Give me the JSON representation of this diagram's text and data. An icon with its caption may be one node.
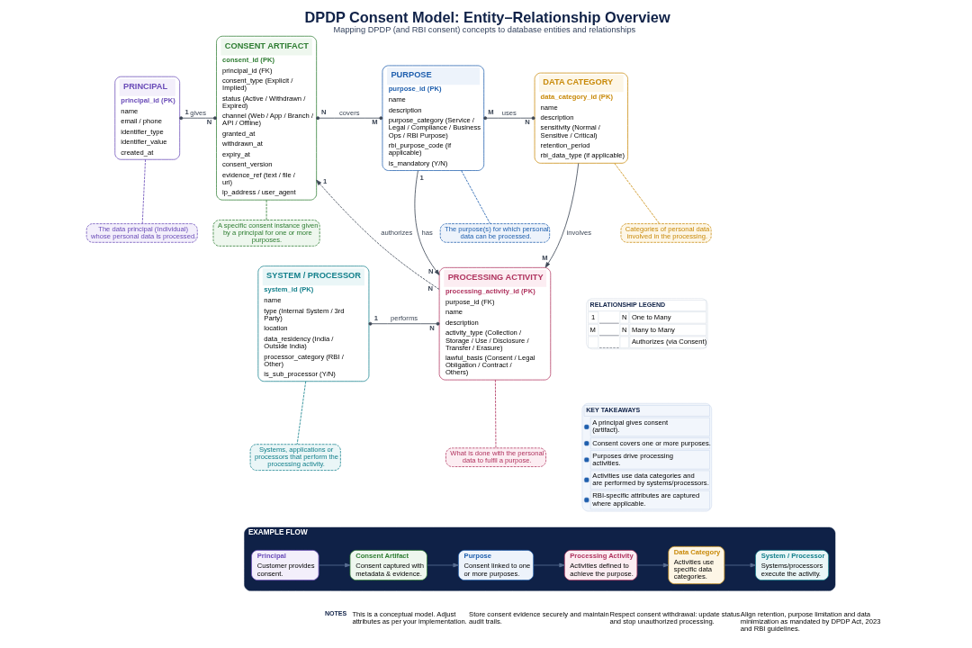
{
  "diagram": {
    "title": "DPDP Consent Model: Entity–Relationship Overview",
    "caption": "Mapping DPDP (and RBI consent) concepts to database entities and relationships",
    "nodes": [
      {
        "text": [
          "PRINCIPAL",
          "principal_id (PK)",
          "name",
          "email / phone",
          "identifier_type",
          "identifier_value",
          "created_at"
        ]
      },
      {
        "text": [
          "CONSENT ARTIFACT",
          "consent_id (PK)",
          "principal_id (FK)",
          "consent_type (Explicit / Implied)",
          "status (Active / Withdrawn / Expired)",
          "channel (Web / App / Branch / API / Offline)",
          "granted_at",
          "withdrawn_at",
          "expiry_at",
          "consent_version",
          "evidence_ref (text / file / uri)",
          "ip_address / user_agent"
        ]
      },
      {
        "text": [
          "PURPOSE",
          "purpose_id (PK)",
          "name",
          "description",
          "purpose_category (Service / Legal / Compliance / Business Ops / RBI Purpose)",
          "rbi_purpose_code (if applicable)",
          "is_mandatory (Y/N)"
        ]
      },
      {
        "text": [
          "DATA CATEGORY",
          "data_category_id (PK)",
          "name",
          "description",
          "sensitivity (Normal / Sensitive / Critical)",
          "retention_period",
          "rbi_data_type (if applicable)"
        ]
      },
      {
        "text": [
          "The data principal (Individual) whose personal data is processed."
        ]
      },
      {
        "text": [
          "A specific consent instance given by a principal for one or more purposes."
        ]
      },
      {
        "text": [
          "The purpose(s) for which personal data can be processed."
        ]
      },
      {
        "text": [
          "Categories of personal data involved in the processing."
        ]
      },
      {
        "text": [
          "PROCESSING ACTIVITY",
          "processing_activity_id (PK)",
          "purpose_id (FK)",
          "name",
          "description",
          "activity_type (Collection / Storage / Use / Disclosure / Transfer / Erasure)",
          "lawful_basis (Consent / Legal Obligation / Contract / Others)"
        ]
      },
      {
        "text": [
          "SYSTEM / PROCESSOR",
          "system_id (PK)",
          "name",
          "type (Internal System / 3rd Party)",
          "location",
          "data_residency (India / Outside India)",
          "processor_category (RBI / Other)",
          "is_sub_processor (Y/N)"
        ]
      },
      {
        "text": [
          "Systems, applications or processors that perform the processing activity."
        ]
      },
      {
        "text": [
          "What is done with the personal data to fulfil a purpose."
        ]
      },
      {
        "text": [
          "EXAMPLE FLOW"
        ]
      },
      {
        "text": [
          "Principal",
          "Customer provides consent."
        ],
        "in": 12
      },
      {
        "text": [
          "Consent Artifact",
          "Consent captured with metadata & evidence."
        ],
        "in": 12
      },
      {
        "text": [
          "Purpose",
          "Consent linked to one or more purposes."
        ],
        "in": 12
      },
      {
        "text": [
          "Processing Activity",
          "Activities defined to achieve the purpose."
        ],
        "in": 12
      },
      {
        "text": [
          "Data Category",
          "Activities use specific data categories."
        ],
        "in": 12
      },
      {
        "text": [
          "System / Processor",
          "Systems/processors execute the activity."
        ],
        "in": 12
      }
    ],
    "edges": [
      {
        "from": 0,
        "to": 1,
        "arrow": "other",
        "label": "gives"
      },
      {
        "from": 1,
        "to": 2,
        "arrow": "other",
        "label": "covers"
      },
      {
        "from": 2,
        "to": 3,
        "arrow": "other",
        "label": "uses"
      },
      {
        "from": 0,
        "to": 4,
        "arrow": "none",
        "style": "dashed",
        "color": "#6a4cb8"
      },
      {
        "from": 1,
        "to": 5,
        "arrow": "none",
        "style": "dashed",
        "color": "#2e7d32"
      },
      {
        "from": 2,
        "to": 6,
        "arrow": "none",
        "style": "dashed",
        "color": "#1f5fae"
      },
      {
        "from": 3,
        "to": 7,
        "arrow": "none",
        "style": "dashed",
        "color": "#c98a0a"
      },
      {
        "from": 2,
        "to": 8,
        "arrow": "to",
        "label": "has"
      },
      {
        "from": 3,
        "to": 8,
        "arrow": "to",
        "label": "involves"
      },
      {
        "from": 8,
        "to": 1,
        "arrow": "to",
        "label": "authorizes",
        "style": "dashed"
      },
      {
        "from": 9,
        "to": 8,
        "arrow": "other",
        "label": "performs"
      },
      {
        "from": 9,
        "to": 10,
        "arrow": "none",
        "style": "dashed",
        "color": "#14818c"
      },
      {
        "from": 8,
        "to": 11,
        "arrow": "none",
        "style": "dashed",
        "color": "#b0345f"
      },
      {
        "from": 13,
        "to": 14,
        "arrow": "to",
        "color": "#5a6f93"
      },
      {
        "from": 14,
        "to": 15,
        "arrow": "to",
        "color": "#5a6f93"
      },
      {
        "from": 15,
        "to": 16,
        "arrow": "to",
        "color": "#5a6f93"
      },
      {
        "from": 16,
        "to": 17,
        "arrow": "to",
        "color": "#5a6f93"
      },
      {
        "from": 17,
        "to": 18,
        "arrow": "to",
        "color": "#5a6f93"
      }
    ],
    "labels": [
      "1",
      "N",
      "N",
      "M",
      "M",
      "N",
      "1",
      "1",
      "N",
      "N",
      "M",
      "1",
      "N",
      "RELATIONSHIP LEGEND",
      "1",
      "N",
      "M",
      "N",
      "KEY TAKEAWAYS",
      "A principal gives consent (artifact).",
      "Consent covers one or more purposes.",
      "Purposes drive processing activities.",
      "Activities use data categories and are performed by systems/processors.",
      "RBI-specific attributes are captured where applicable.",
      "NOTES",
      "This is a conceptual model. Adjust attributes as per your implementation.",
      "Store consent evidence securely and maintain audit trails.",
      "Respect consent withdrawal: update status and stop unauthorized processing.",
      "Align retention, purpose limitation and data minimization as mandated by DPDP Act, 2023 and RBI guidelines."
    ],
    "legend": [
      {
        "text": "One to Many"
      },
      {
        "text": "Many to Many"
      },
      {
        "text": "Authorizes (via Consent)"
      }
    ]
  }
}
